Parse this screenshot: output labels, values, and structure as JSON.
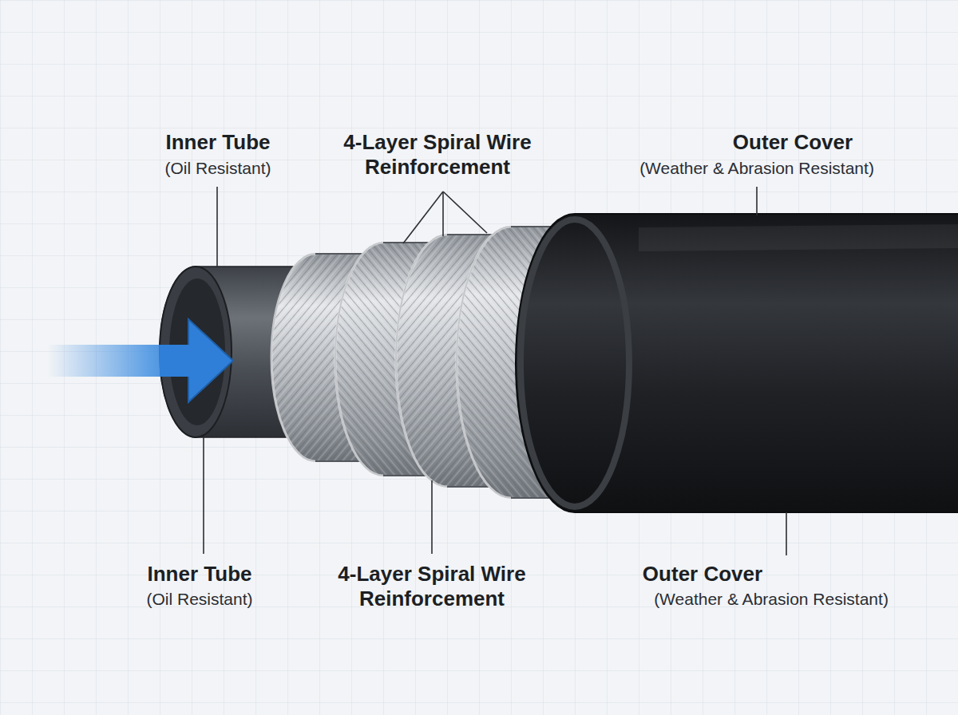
{
  "diagram": {
    "labels": [
      "Inner Tube",
      "(Oil Resistant)",
      "4-Layer Spiral Wire Reinforcement",
      "Outer Cover",
      "(Weather & Abrasion Resistant)",
      "Inner Tube",
      "(Oil Resistant)",
      "4-Layer Spiral Wire Reinforcement",
      "Outer Cover",
      "(Weather & Abrasion Resistant)"
    ]
  }
}
